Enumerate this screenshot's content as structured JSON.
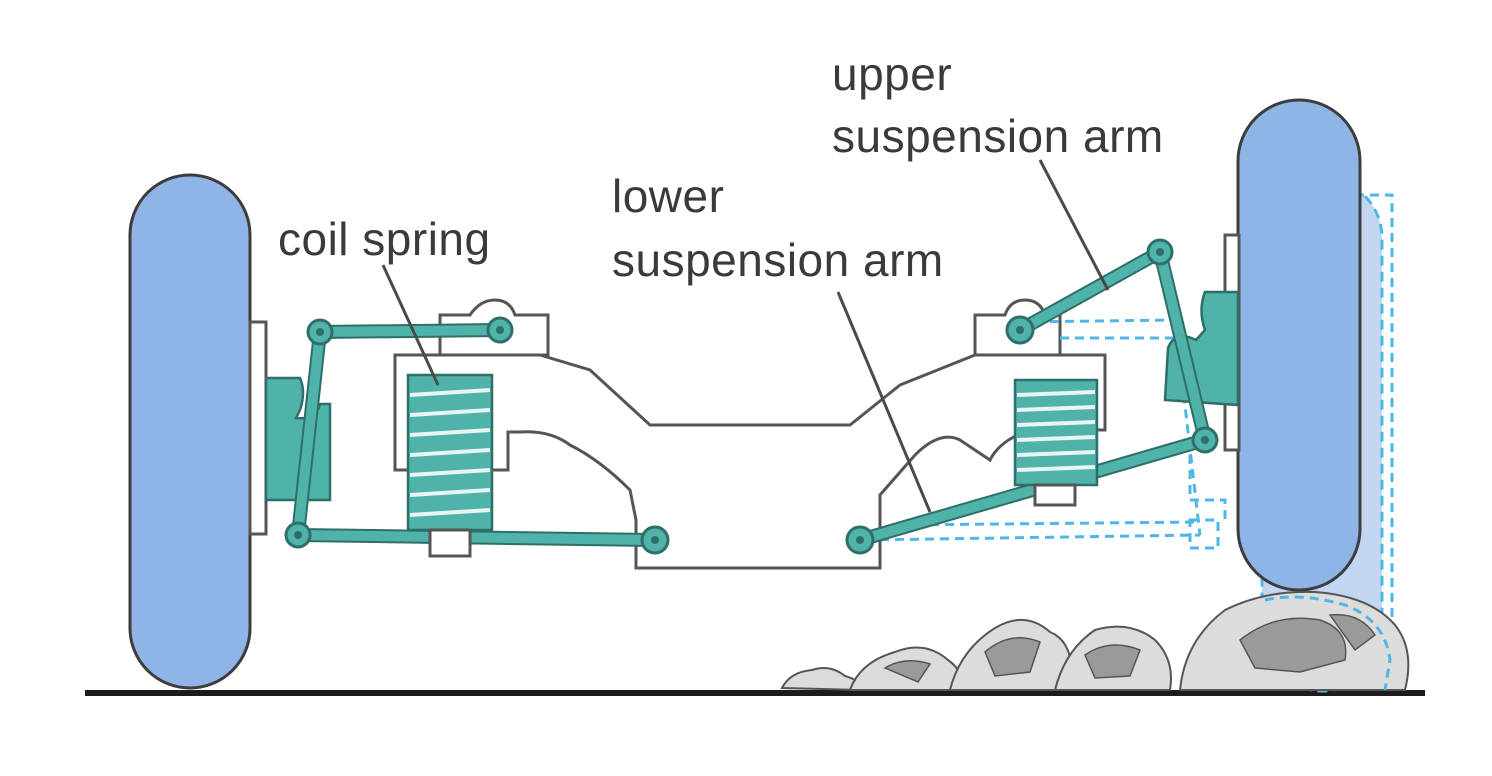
{
  "labels": {
    "coil_spring": "coil spring",
    "lower_arm_line1": "lower",
    "lower_arm_line2": "suspension arm",
    "upper_arm_line1": "upper",
    "upper_arm_line2": "suspension arm"
  },
  "colors": {
    "tire": "#8fb4e6",
    "suspension": "#4fb3a9",
    "ghost_outline": "#4fb6e8",
    "ground": "#1c1c1c"
  }
}
